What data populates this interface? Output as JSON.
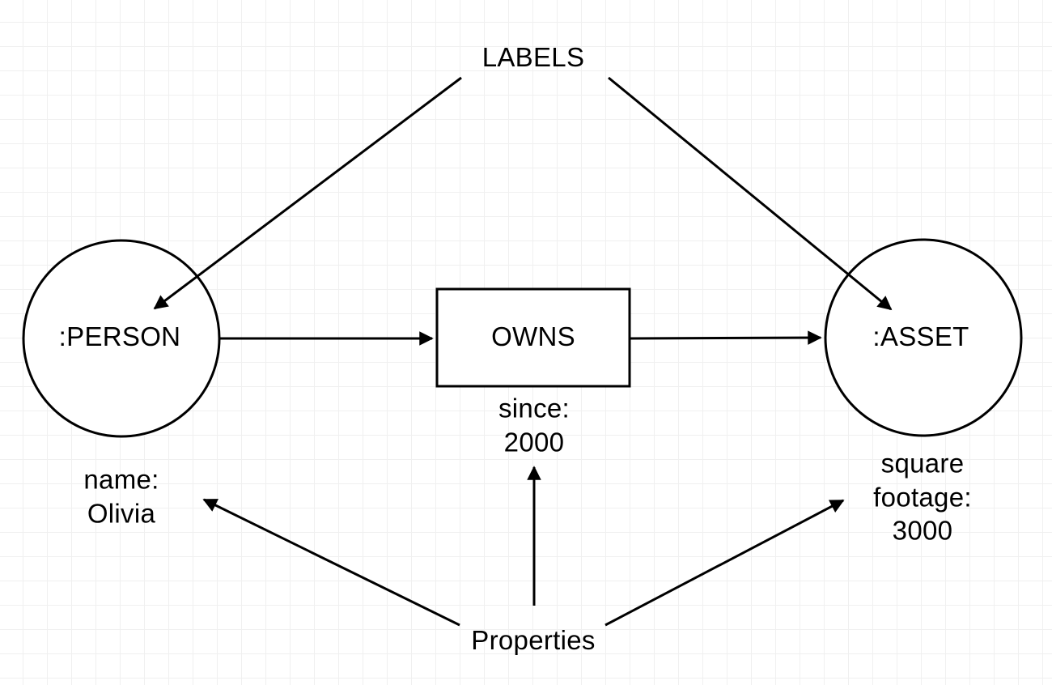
{
  "canvas": {
    "background_color": "#ffffff",
    "grid_minor_color": "#f0f0f0",
    "grid_major_color": "#e0e0e0",
    "stroke_color": "#000000",
    "text_color": "#000000"
  },
  "diagram": {
    "labels_heading": "LABELS",
    "properties_heading": "Properties",
    "person_node": {
      "label": ":PERSON",
      "property_text": "name:\nOlivia"
    },
    "owns_relationship": {
      "label": "OWNS",
      "property_text": "since:\n2000"
    },
    "asset_node": {
      "label": ":ASSET",
      "property_text": "square\nfootage:\n3000"
    }
  }
}
